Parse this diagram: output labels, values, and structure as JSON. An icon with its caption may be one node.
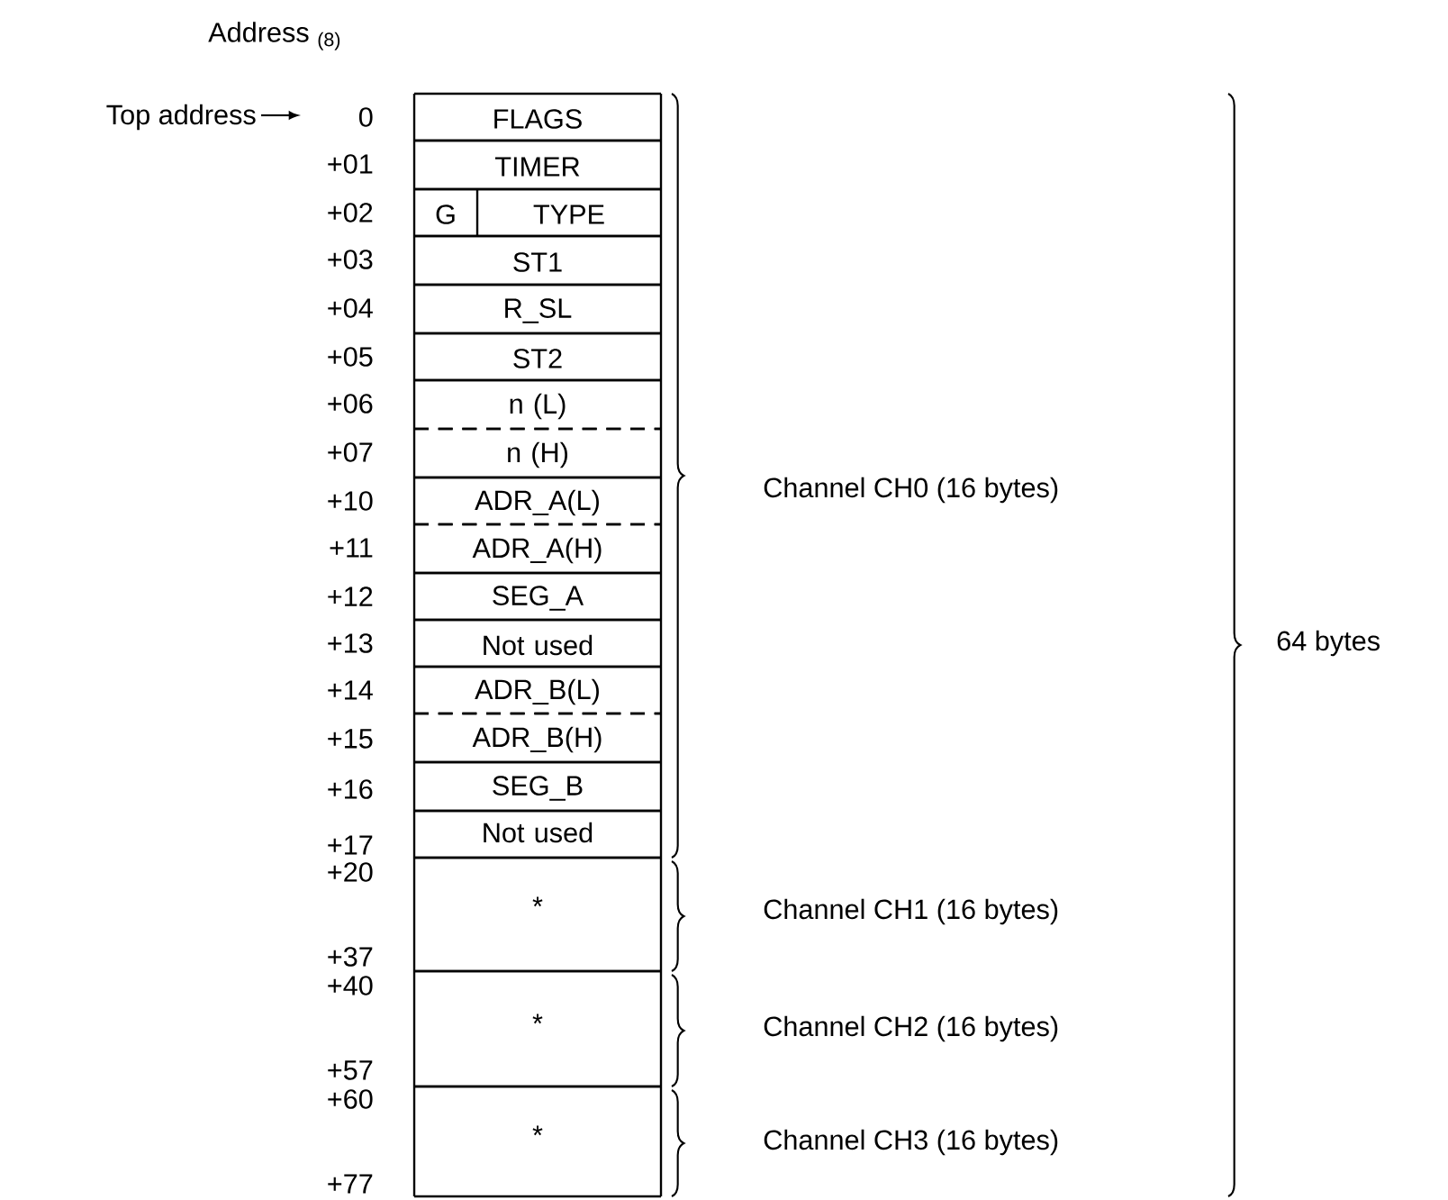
{
  "diagram": {
    "nodes": [
      {
        "text": [
          "FLAGS"
        ]
      },
      {
        "text": [
          "TIMER"
        ]
      },
      {
        "text": [
          "G",
          "TYPE"
        ]
      },
      {
        "text": [
          "ST1"
        ]
      },
      {
        "text": [
          "R_SL"
        ]
      },
      {
        "text": [
          "ST2"
        ]
      },
      {
        "text": [
          "n (L)"
        ]
      },
      {
        "text": [
          "n (H)"
        ]
      },
      {
        "text": [
          "ADR_A(L)"
        ]
      },
      {
        "text": [
          "ADR_A(H)"
        ]
      },
      {
        "text": [
          "SEG_A"
        ]
      },
      {
        "text": [
          "Not used"
        ]
      },
      {
        "text": [
          "ADR_B(L)"
        ]
      },
      {
        "text": [
          "ADR_B(H)"
        ]
      },
      {
        "text": [
          "SEG_B"
        ]
      },
      {
        "text": [
          "Not used"
        ]
      },
      {
        "text": [
          "*"
        ]
      },
      {
        "text": [
          "*"
        ]
      },
      {
        "text": [
          "*"
        ]
      }
    ],
    "labels": [
      "Address $_{(8)}$",
      "Top address",
      "0",
      "+01",
      "+02",
      "+03",
      "+04",
      "+05",
      "+06",
      "+07",
      "+10",
      "+11",
      "+12",
      "+13",
      "+14",
      "+15",
      "+16",
      "+17",
      "+20",
      "+37",
      "+40",
      "+57",
      "+60",
      "+77",
      "Channel CH0 (16 bytes)",
      "Channel CH1 (16 bytes)",
      "Channel CH2 (16 bytes)",
      "Channel CH3 (16 bytes)",
      "64 bytes"
    ]
  }
}
